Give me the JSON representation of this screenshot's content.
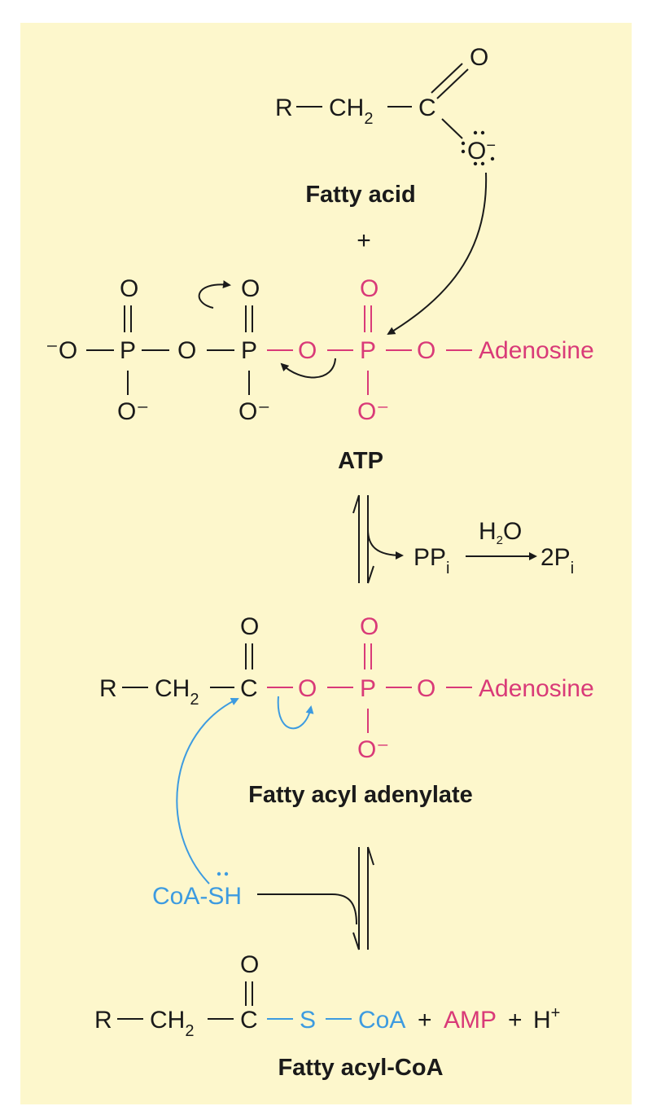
{
  "colors": {
    "background": "#fdf7cc",
    "adenylate": "#d93a78",
    "coa": "#3d9be0",
    "text": "#1a1a1a"
  },
  "fatty_acid": {
    "R": "R",
    "CH": "CH",
    "sub2": "2",
    "C": "C",
    "O_double": "O",
    "O_minus": "O",
    "minus": "−",
    "label": "Fatty acid"
  },
  "plus": "+",
  "atp": {
    "O_left": "⁻O",
    "P": "P",
    "O": "O",
    "O_minus": "O⁻",
    "adenosine": "Adenosine",
    "label": "ATP"
  },
  "side": {
    "pp": "PP",
    "i": "i",
    "h": "H",
    "two": "2",
    "o": "O",
    "two_p": "2P"
  },
  "adenylate": {
    "label": "Fatty acyl adenylate"
  },
  "coa_sh": {
    "coa": "CoA-",
    "sh": "SH"
  },
  "product": {
    "S": "S",
    "CoA": "CoA",
    "plus": "+",
    "AMP": "AMP",
    "H": "H",
    "hplus": "+",
    "label": "Fatty acyl-CoA"
  }
}
